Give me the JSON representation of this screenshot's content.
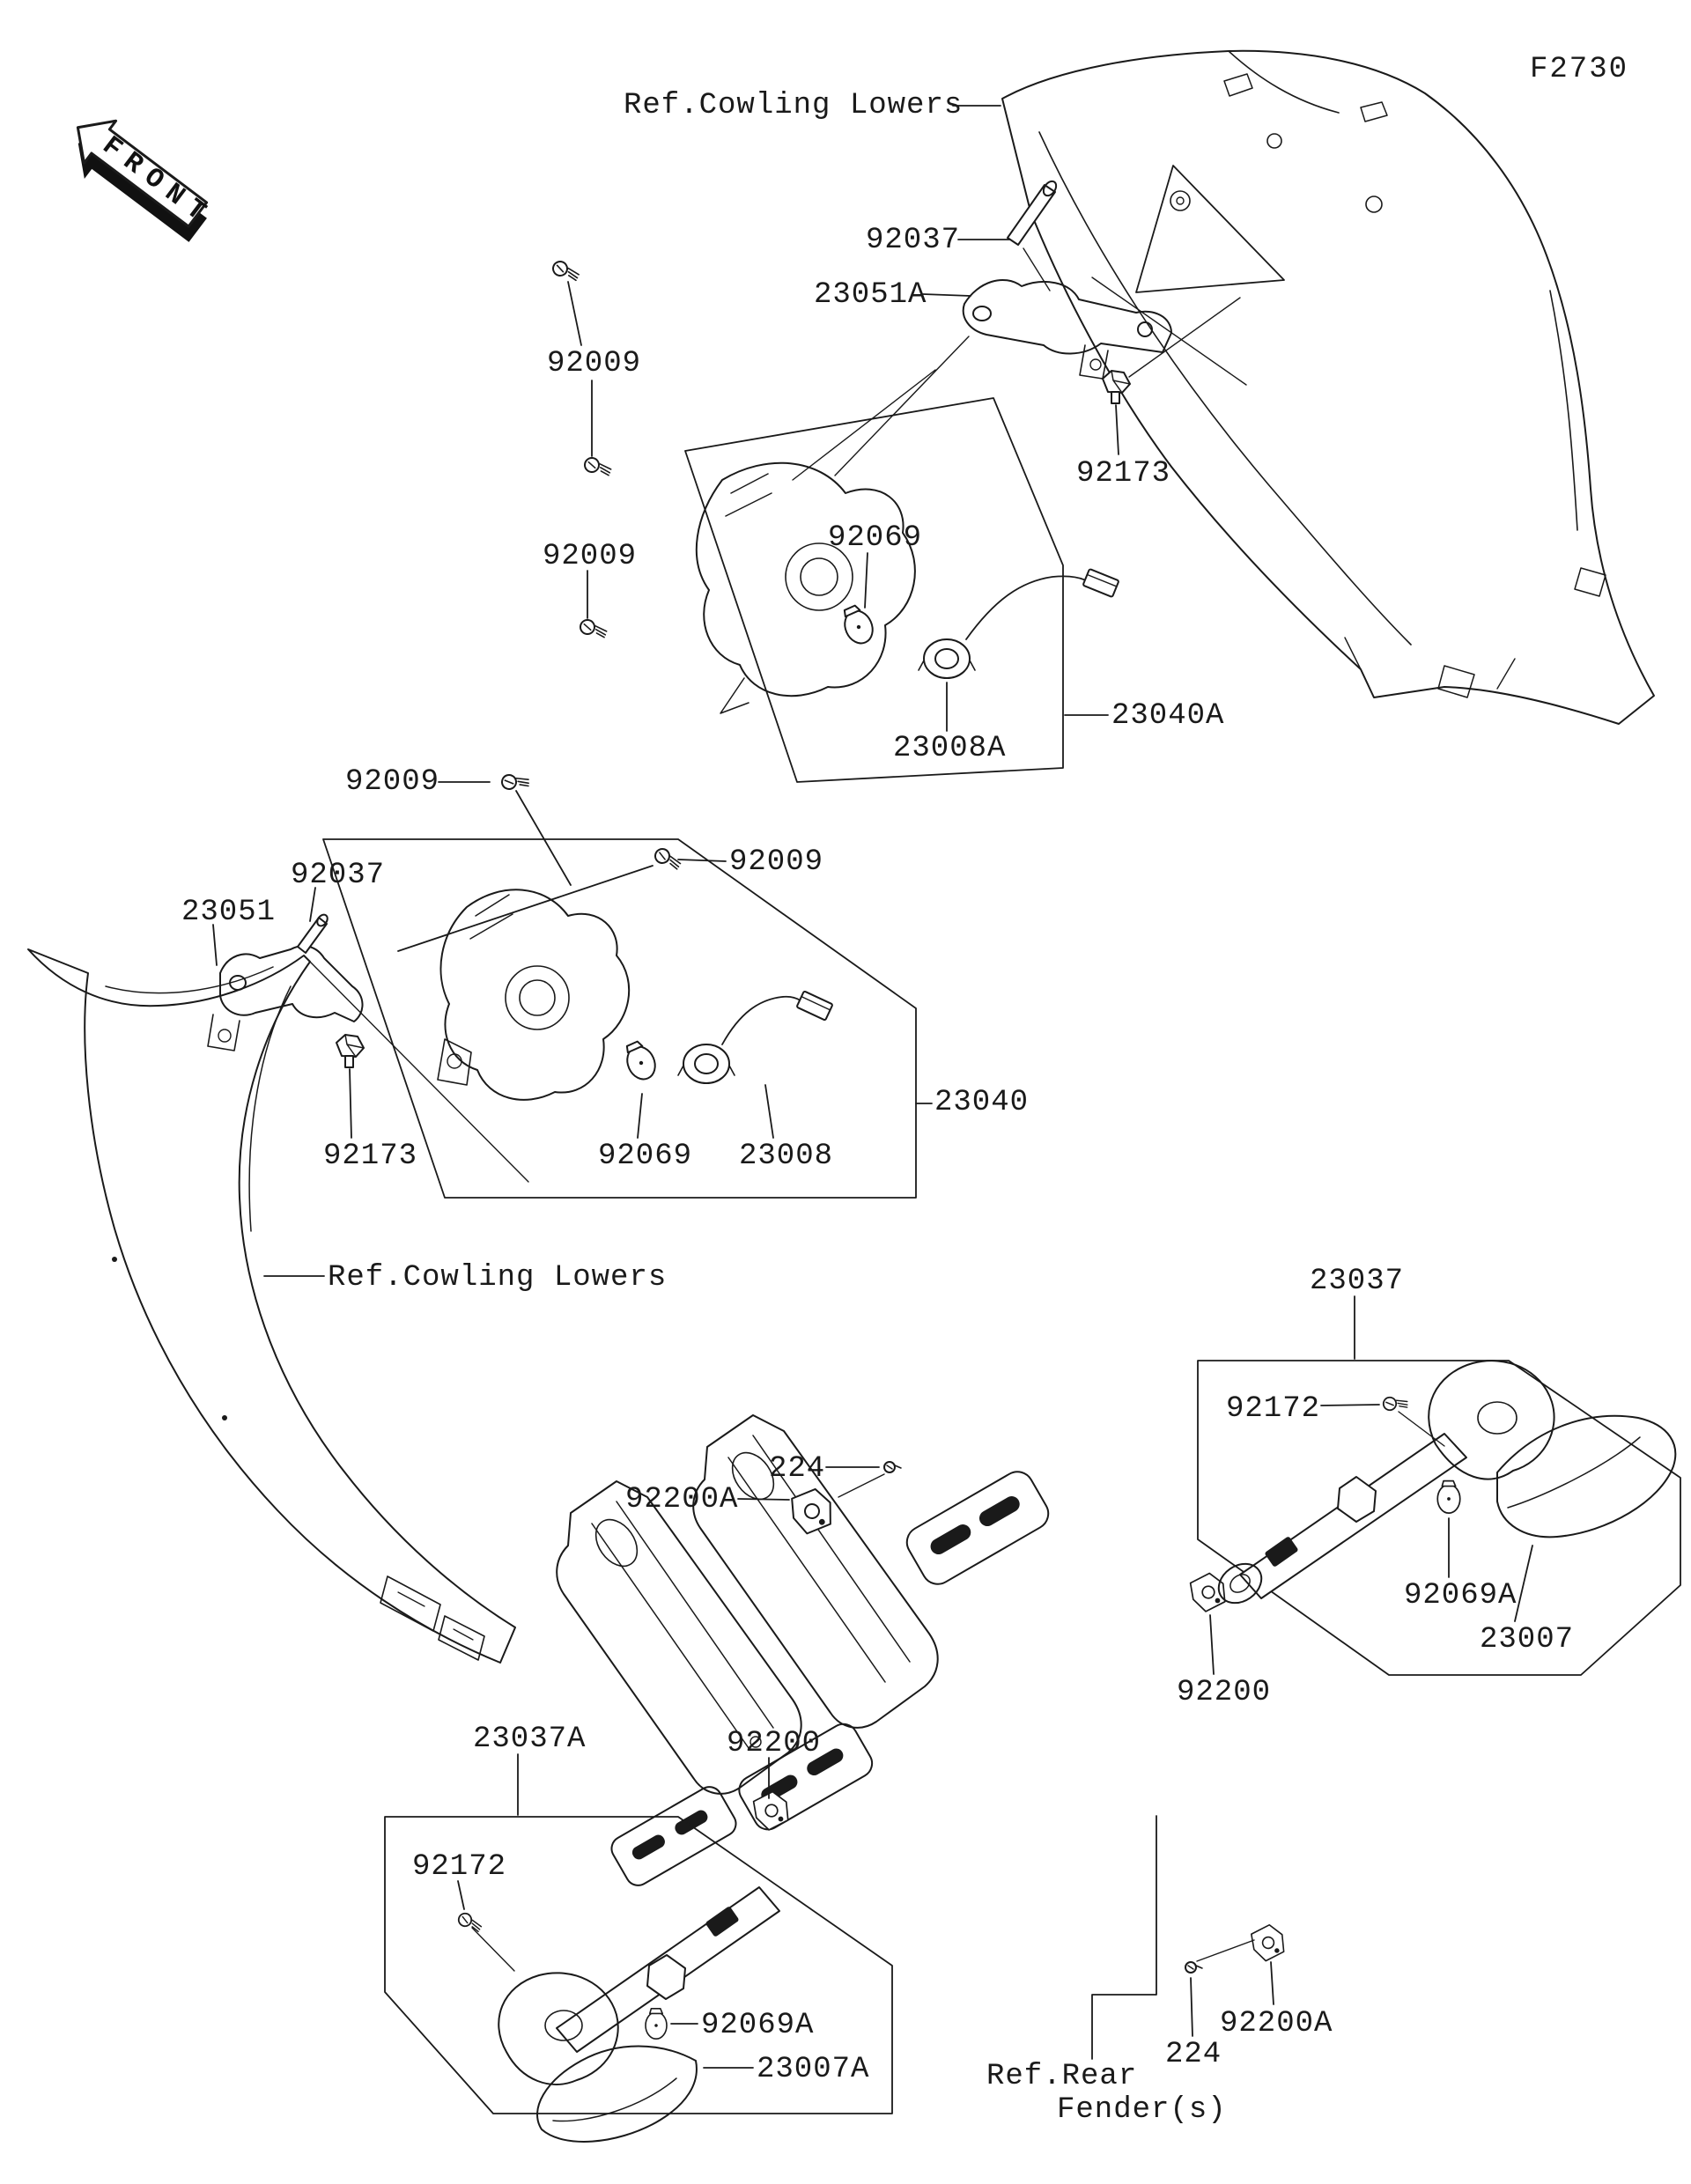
{
  "diagram": {
    "figure_code": "F2730",
    "front_marker": "FRONT",
    "references": {
      "cowling_top": "Ref.Cowling Lowers",
      "cowling_left": "Ref.Cowling Lowers",
      "rear_fender_l1": "Ref.Rear",
      "rear_fender_l2": "Fender(s)"
    },
    "callouts": [
      "92037",
      "23051A",
      "92009",
      "92173",
      "92009",
      "92069",
      "23008A",
      "23040A",
      "92009",
      "92037",
      "23051",
      "92009",
      "92173",
      "92069",
      "23008",
      "23040",
      "23037",
      "92172",
      "224",
      "92200A",
      "92069A",
      "23007",
      "92200",
      "23037A",
      "92200",
      "92172",
      "92069A",
      "23007A",
      "224",
      "92200A"
    ],
    "colors": {
      "ink": "#1a1a1a",
      "paper": "#ffffff"
    }
  }
}
